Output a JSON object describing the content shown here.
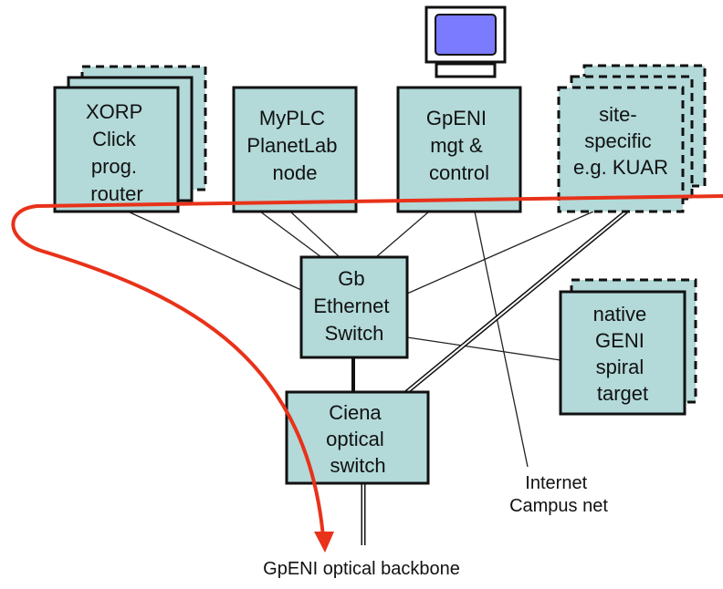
{
  "nodes": {
    "xorp": {
      "lines": [
        "XORP",
        "Click",
        "prog.",
        "router"
      ]
    },
    "myplc": {
      "lines": [
        "MyPLC",
        "PlanetLab",
        "node"
      ]
    },
    "gpeni_mgt": {
      "lines": [
        "GpENI",
        "mgt &",
        "control"
      ]
    },
    "site_specific": {
      "lines": [
        "site-",
        "specific",
        "e.g. KUAR"
      ]
    },
    "gb_switch": {
      "lines": [
        "Gb",
        "Ethernet",
        "Switch"
      ]
    },
    "native_geni": {
      "lines": [
        "native",
        "GENI",
        "spiral",
        "target"
      ]
    },
    "ciena": {
      "lines": [
        "Ciena",
        "optical",
        "switch"
      ]
    }
  },
  "captions": {
    "internet": [
      "Internet",
      "Campus net"
    ],
    "backbone": "GpENI optical backbone"
  },
  "colors": {
    "box_fill": "#b3d9d9",
    "flow_line": "#e8321a",
    "monitor_screen": "#7b7bff"
  }
}
